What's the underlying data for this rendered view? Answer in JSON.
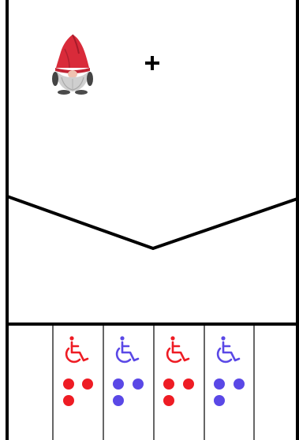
{
  "board": {
    "colors": {
      "line": "#000000",
      "background": "#ffffff"
    }
  },
  "player": {
    "icon": "gnome-icon",
    "hat_color": "#d92b3a",
    "beard_color": "#cfcfcf"
  },
  "center_marker": {
    "icon": "plus-icon"
  },
  "slots": [
    {
      "kind": "empty"
    },
    {
      "kind": "token",
      "icon": "wheelchair-icon",
      "color": "#ee1c24",
      "pips": 3
    },
    {
      "kind": "token",
      "icon": "wheelchair-icon",
      "color": "#5a48e6",
      "pips": 3
    },
    {
      "kind": "token",
      "icon": "wheelchair-icon",
      "color": "#ee1c24",
      "pips": 3
    },
    {
      "kind": "token",
      "icon": "wheelchair-icon",
      "color": "#5a48e6",
      "pips": 3
    },
    {
      "kind": "empty"
    }
  ]
}
